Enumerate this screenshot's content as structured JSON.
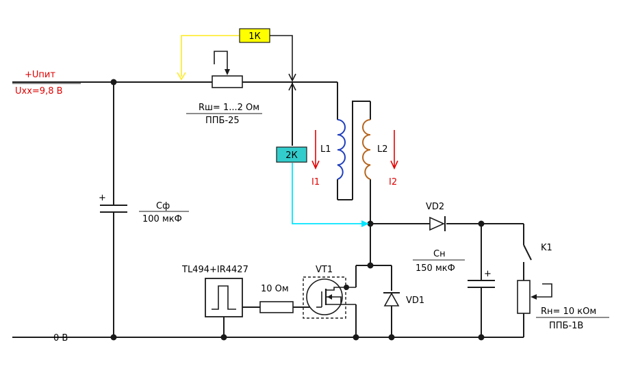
{
  "supply": {
    "plus_label": "+Uпит",
    "voltage_label": "Uхх=9,8 В"
  },
  "ground_label": "0 В",
  "rsh": {
    "value": "Rш= 1...2 Ом",
    "type": "ППБ-25"
  },
  "probe_1k": "1К",
  "probe_2k": "2К",
  "coil_l1": "L1",
  "coil_l2": "L2",
  "current_i1": "I1",
  "current_i2": "I2",
  "cf": {
    "name": "Cф",
    "value": "100 мкФ",
    "plus": "+"
  },
  "cn": {
    "name": "Cн",
    "value": "150 мкФ",
    "plus": "+"
  },
  "controller": "TL494+IR4427",
  "gate_resistor": "10 Ом",
  "vt1": "VT1",
  "vd1": "VD1",
  "vd2": "VD2",
  "k1": "K1",
  "rn": {
    "value": "Rн= 10 кОм",
    "type": "ППБ-1В"
  },
  "colors": {
    "wire": "#1a1a1a",
    "accent_red": "#e00000",
    "probe_1k_fill": "#ffff00",
    "probe_1k_wire": "#ffeb3b",
    "probe_2k_fill": "#33cccc",
    "probe_2k_wire": "#00e5ff",
    "coil_l1": "#1f3fbf",
    "coil_l2": "#b5651d"
  }
}
